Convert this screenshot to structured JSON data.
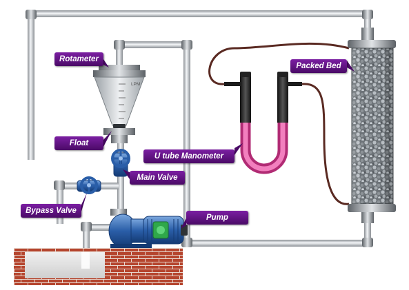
{
  "labels": {
    "rotameter": "Rotameter",
    "float": "Float",
    "main_valve": "Main Valve",
    "bypass_valve": "Bypass Valve",
    "pump": "Pump",
    "u_tube": "U tube Manometer",
    "packed_bed": "Packed Bed",
    "lpm": "LPM"
  },
  "colors": {
    "label_bg": "#5a0f7e",
    "pipe": "#c9cdd1",
    "brick": "#b5452e",
    "manometer_fluid": "#e0529f",
    "tube_brown": "#5a2a22",
    "valve_blue": "#3b6fb0",
    "motor_blue": "#1f4fa0",
    "motor_green": "#2fa84a"
  }
}
